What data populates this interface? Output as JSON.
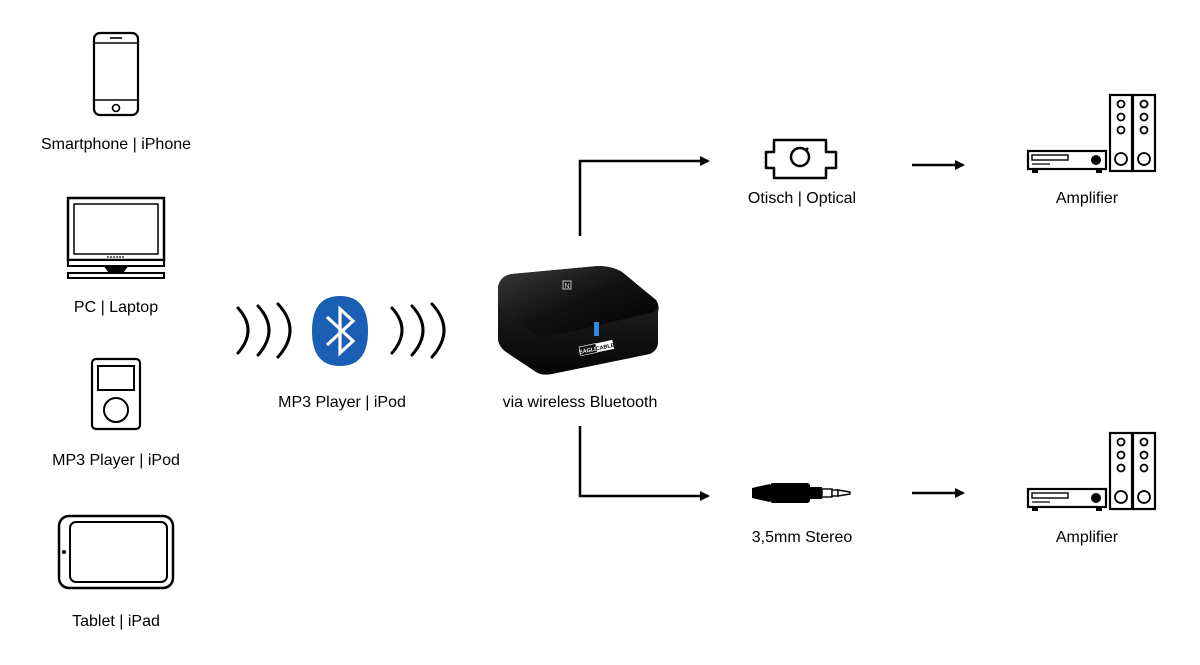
{
  "sources": [
    {
      "label": "Smartphone | iPhone",
      "icon": "smartphone-icon"
    },
    {
      "label": "PC | Laptop",
      "icon": "monitor-icon"
    },
    {
      "label": "MP3 Player | iPod",
      "icon": "mp3-player-icon"
    },
    {
      "label": "Tablet | iPad",
      "icon": "tablet-icon"
    }
  ],
  "bluetooth": {
    "label": "MP3 Player | iPod",
    "icon": "bluetooth-icon",
    "color": "#1a5fb4"
  },
  "receiver": {
    "label": "via wireless Bluetooth",
    "brand_left": "EAGLE",
    "brand_right": "CABLE",
    "icon": "receiver-icon"
  },
  "outputs": [
    {
      "connector_label": "Otisch | Optical",
      "connector_icon": "optical-connector-icon",
      "device_label": "Amplifier",
      "device_icon": "amplifier-speakers-icon"
    },
    {
      "connector_label": "3,5mm Stereo",
      "connector_icon": "stereo-jack-icon",
      "device_label": "Amplifier",
      "device_icon": "amplifier-speakers-icon"
    }
  ]
}
